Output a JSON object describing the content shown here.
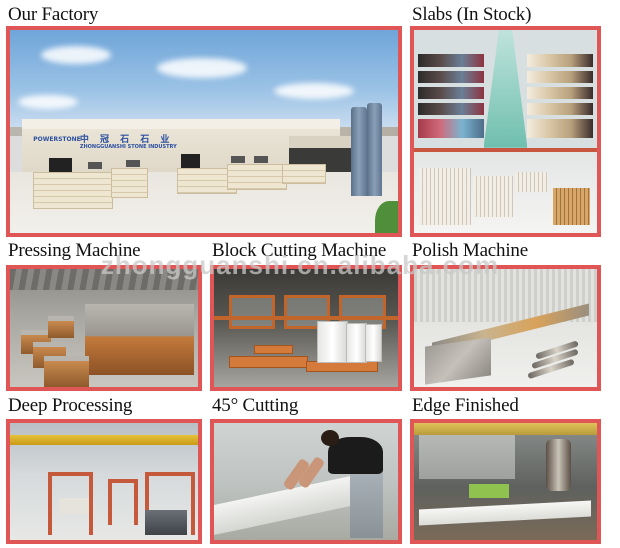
{
  "watermark": "zhongguanshi.cn.alibaba.com",
  "colors": {
    "frame_border": "#e05656",
    "background": "#ffffff",
    "label_text": "#111111"
  },
  "sections": [
    {
      "id": "our-factory",
      "label": "Our Factory",
      "image": "factory-exterior-photo",
      "sign_logo": "POWERSTONE",
      "sign_cn": "中 冠 石 石 业",
      "sign_en": "ZHONGGUANSHI STONE INDUSTRY"
    },
    {
      "id": "slabs-in-stock",
      "label": "Slabs (In Stock)",
      "image": "slab-warehouse-photo"
    },
    {
      "id": "pressing-machine",
      "label": "Pressing Machine",
      "image": "pressing-machine-photo"
    },
    {
      "id": "block-cutting-machine",
      "label": "Block Cutting Machine",
      "image": "block-cutting-machine-photo"
    },
    {
      "id": "polish-machine",
      "label": "Polish Machine",
      "image": "polish-machine-photo"
    },
    {
      "id": "deep-processing",
      "label": "Deep Processing",
      "image": "deep-processing-workshop-photo"
    },
    {
      "id": "45-cutting",
      "label": "45° Cutting",
      "image": "45-degree-cutting-photo"
    },
    {
      "id": "edge-finished",
      "label": "Edge Finished",
      "image": "edge-finishing-photo"
    }
  ]
}
